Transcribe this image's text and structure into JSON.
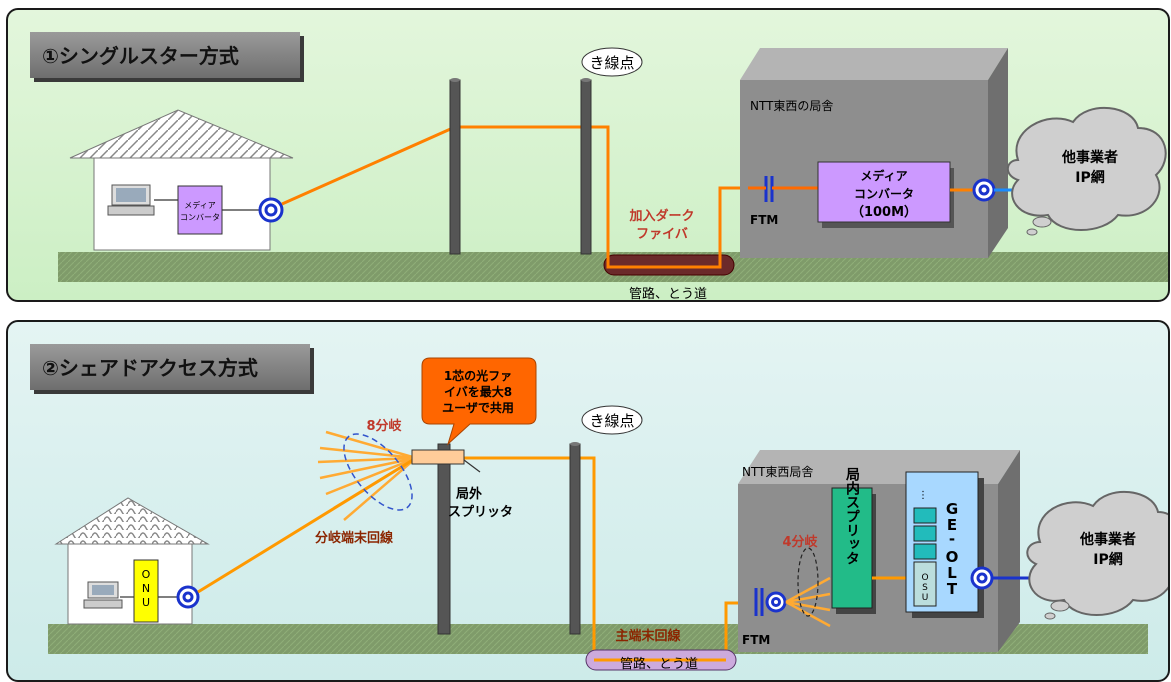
{
  "panel1": {
    "title": "①シングルスター方式",
    "pole_label": "き線点",
    "office_label": "NTT東西の局舎",
    "house_converter": [
      "メディア",
      "コンバータ"
    ],
    "office_converter": [
      "メディア",
      "コンバータ",
      "（100M）"
    ],
    "ftm": "FTM",
    "fiber_label": [
      "加入ダーク",
      "ファイバ"
    ],
    "conduit_label": "管路、とう道",
    "network": [
      "他事業者",
      "IP網"
    ]
  },
  "panel2": {
    "title": "②シェアドアクセス方式",
    "callout": [
      "1芯の光ファ",
      "イバを最大8",
      "ユーザで共用"
    ],
    "pole_label": "き線点",
    "branch8": "8分岐",
    "branch_line": "分岐端末回線",
    "outside_splitter": [
      "局外",
      "スプリッタ"
    ],
    "onu": "ONU",
    "main_line": "主端末回線",
    "conduit_label": "管路、とう道",
    "office_label": "NTT東西局舎",
    "branch4": "4分岐",
    "ftm": "FTM",
    "inside_splitter": "局内スプリッタ",
    "olt": "GE-OLT",
    "osu": "OSU",
    "network": [
      "他事業者",
      "IP網"
    ]
  },
  "colors": {
    "fiber": "#ff8000",
    "fiber_dark": "#ff6a00",
    "label_red": "#c0392b",
    "converter": "#cc99ff",
    "splitter": "#22bb88",
    "olt": "#a8d8ff",
    "ground": "#7f9b6a",
    "building": "#8a8a8a"
  }
}
